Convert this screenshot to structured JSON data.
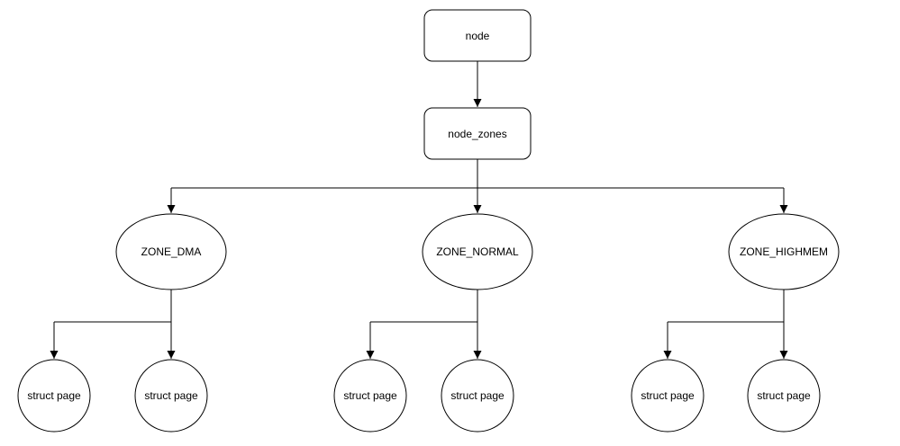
{
  "diagram": {
    "description": "Linux memory node / zone hierarchy flowchart",
    "colors": {
      "background": "#ffffff",
      "shape_fill": "#ffffff",
      "stroke": "#000000",
      "text": "#000000"
    },
    "nodes": {
      "root": {
        "label": "node",
        "shape": "rounded-rectangle"
      },
      "zones_container": {
        "label": "node_zones",
        "shape": "rounded-rectangle"
      },
      "zones": [
        {
          "label": "ZONE_DMA",
          "shape": "ellipse",
          "pages": [
            "struct page",
            "struct page"
          ]
        },
        {
          "label": "ZONE_NORMAL",
          "shape": "ellipse",
          "pages": [
            "struct page",
            "struct page"
          ]
        },
        {
          "label": "ZONE_HIGHMEM",
          "shape": "ellipse",
          "pages": [
            "struct page",
            "struct page"
          ]
        }
      ]
    }
  }
}
